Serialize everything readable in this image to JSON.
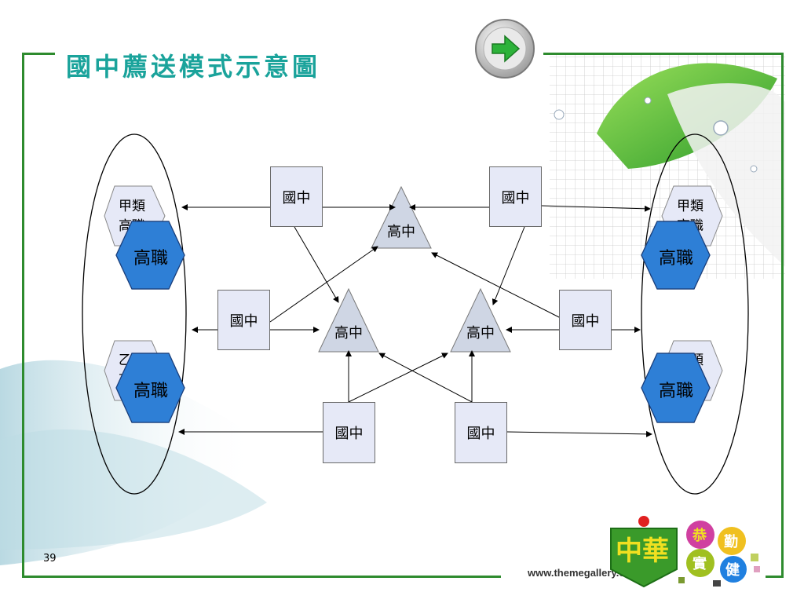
{
  "title": "國中薦送模式示意圖",
  "page_number": "39",
  "website": "www.themegallery.com",
  "nodes": {
    "junior_high_label": "國中",
    "senior_high_label": "高中",
    "vocational_label": "高職",
    "type_a_vocational_line1": "甲類",
    "type_a_vocational_line2": "高職",
    "type_b_vocational_line1": "乙類",
    "type_b_vocational_line2": "高職"
  },
  "logo": {
    "words": [
      "恭",
      "勤",
      "實",
      "健"
    ],
    "school_glyph": "中華"
  },
  "colors": {
    "title": "#1aa39b",
    "frame": "#2e8b2e",
    "box_fill": "#e6e9f7",
    "triangle_fill": "#cfd6e4",
    "hexagon_fill": "#2e7fd6"
  },
  "icons": [
    "next-arrow-icon"
  ]
}
